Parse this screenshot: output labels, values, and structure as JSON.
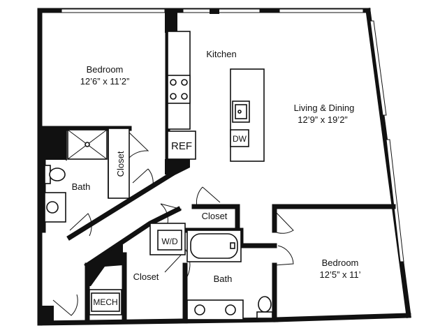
{
  "colors": {
    "wall": "#111111",
    "background": "#ffffff"
  },
  "rooms": {
    "bedroom1": {
      "name": "Bedroom",
      "size": "12’6” x 11’2”"
    },
    "kitchen": {
      "name": "Kitchen"
    },
    "living": {
      "name": "Living & Dining",
      "size": "12’9” x 19’2”"
    },
    "bath1": {
      "name": "Bath"
    },
    "closet1": {
      "name": "Closet"
    },
    "closet2": {
      "name": "Closet"
    },
    "closet3": {
      "name": "Closet"
    },
    "bath2": {
      "name": "Bath"
    },
    "bedroom2": {
      "name": "Bedroom",
      "size": "12’5” x 11’"
    }
  },
  "fixtures": {
    "ref": "REF",
    "dw": "DW",
    "wd": "W/D",
    "mech": "MECH"
  },
  "icons": [
    "range-icon",
    "sink-icon",
    "shower-icon",
    "toilet-icon",
    "bathtub-icon",
    "door-swing-icon"
  ]
}
